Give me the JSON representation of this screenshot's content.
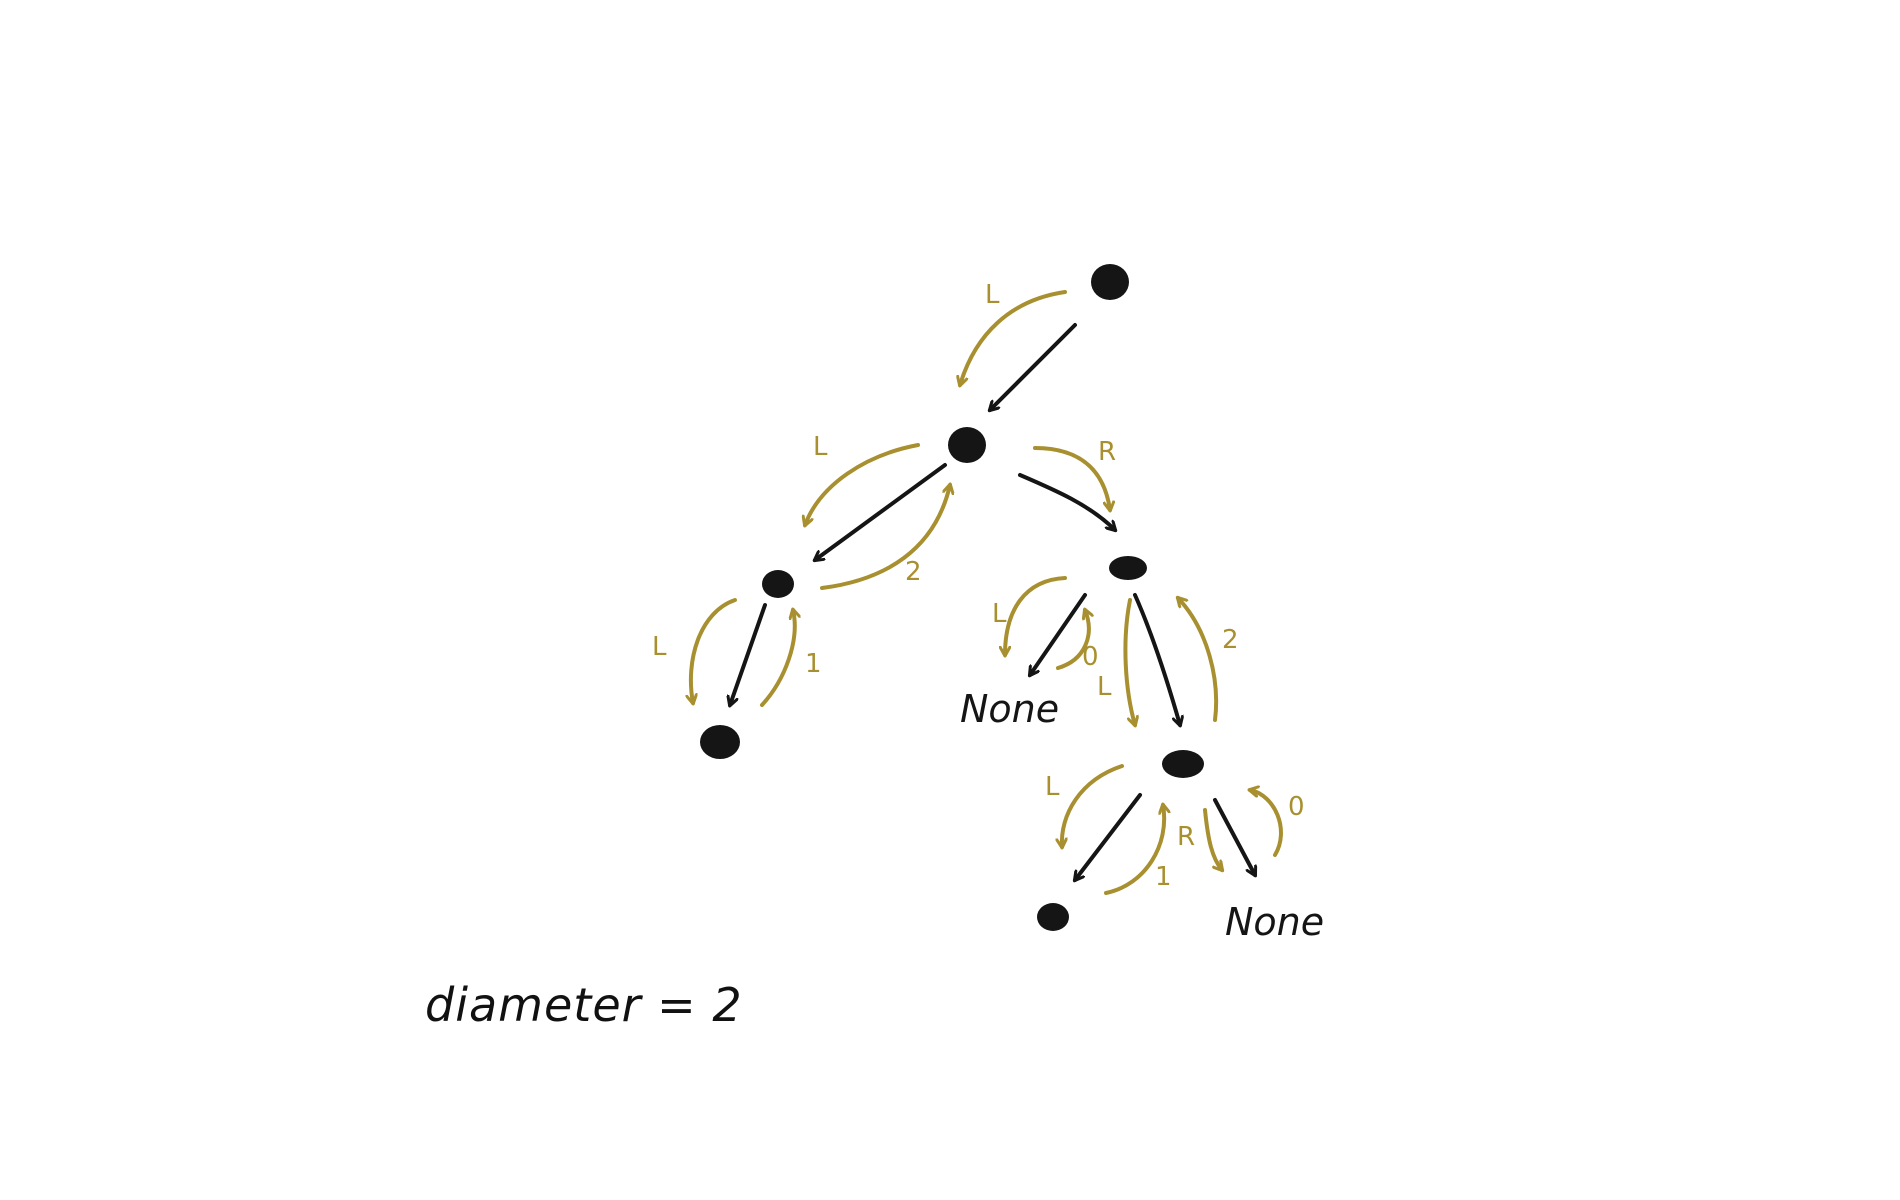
{
  "colors": {
    "ink": "#151515",
    "annotation": "#a89030",
    "background": "#ffffff"
  },
  "tree": {
    "nodes": [
      {
        "id": "root"
      },
      {
        "id": "n1"
      },
      {
        "id": "n2"
      },
      {
        "id": "n3"
      },
      {
        "id": "n4"
      },
      {
        "id": "n5"
      },
      {
        "id": "n6"
      }
    ],
    "none_labels": {
      "n3_left": "None",
      "n5_right": "None"
    }
  },
  "annotations": {
    "root_to_n1": "L",
    "n1_to_n2": "L",
    "n2_return": "2",
    "n1_to_n3": "R",
    "n2_to_n4": "L",
    "n4_return": "1",
    "n3_to_none": "L",
    "none_return_n3": "0",
    "n3_to_n5": "L",
    "n5_return": "2",
    "n5_to_n6": "L",
    "n6_return": "1",
    "n5_to_none": "R",
    "none_return_n5": "0"
  },
  "footer": {
    "diameter_text": "diameter = 2"
  }
}
